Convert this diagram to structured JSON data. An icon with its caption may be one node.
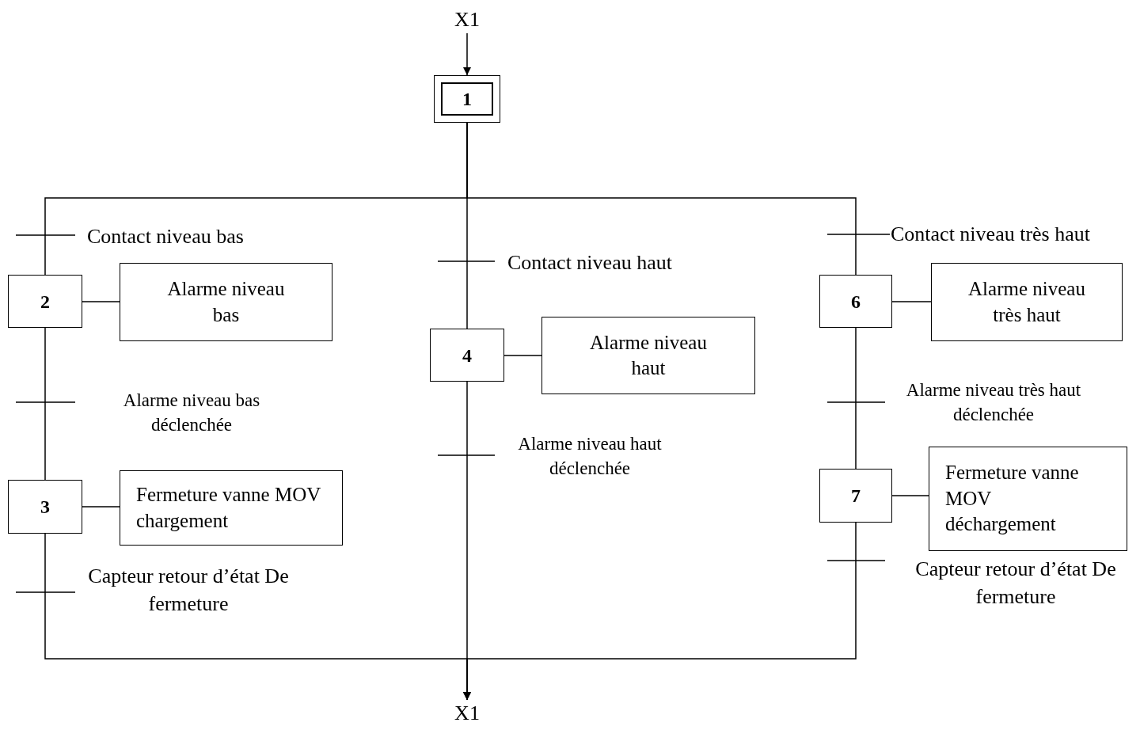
{
  "diagram": {
    "nodes": [
      {
        "text": [
          "X1"
        ]
      },
      {
        "text": [
          "1"
        ]
      },
      {
        "text": [
          "2"
        ]
      },
      {
        "text": [
          "Alarme niveau bas"
        ]
      },
      {
        "text": [
          "3"
        ]
      },
      {
        "text": [
          "Fermeture vanne MOV chargement"
        ]
      },
      {
        "text": [
          "4"
        ]
      },
      {
        "text": [
          "Alarme niveau haut"
        ]
      },
      {
        "text": [
          "6"
        ]
      },
      {
        "text": [
          "Alarme niveau très haut"
        ]
      },
      {
        "text": [
          "7"
        ]
      },
      {
        "text": [
          "Fermeture vanne MOV déchargement"
        ]
      },
      {
        "text": [
          "X1"
        ]
      }
    ],
    "edges": [
      {
        "from": 0,
        "to": 1,
        "arrow": "to"
      },
      {
        "from": 1,
        "to": 2,
        "arrow": "none"
      },
      {
        "from": 1,
        "to": 6,
        "arrow": "none"
      },
      {
        "from": 1,
        "to": 8,
        "arrow": "none"
      },
      {
        "from": 2,
        "to": 3,
        "arrow": "none"
      },
      {
        "from": 2,
        "to": 4,
        "arrow": "none"
      },
      {
        "from": 4,
        "to": 5,
        "arrow": "none"
      },
      {
        "from": 6,
        "to": 7,
        "arrow": "none"
      },
      {
        "from": 8,
        "to": 9,
        "arrow": "none"
      },
      {
        "from": 8,
        "to": 10,
        "arrow": "none"
      },
      {
        "from": 10,
        "to": 11,
        "arrow": "none"
      },
      {
        "from": 4,
        "to": 12,
        "arrow": "to"
      },
      {
        "from": 6,
        "to": 12,
        "arrow": "to"
      },
      {
        "from": 10,
        "to": 12,
        "arrow": "to"
      }
    ],
    "labels": [
      "Contact niveau bas",
      "Contact niveau haut",
      "Contact niveau très haut",
      "Alarme niveau bas déclenchée",
      "Alarme niveau haut déclenchée",
      "Alarme niveau très haut déclenchée",
      "Capteur retour d’état De fermeture",
      "Capteur retour d’état De fermeture"
    ]
  }
}
